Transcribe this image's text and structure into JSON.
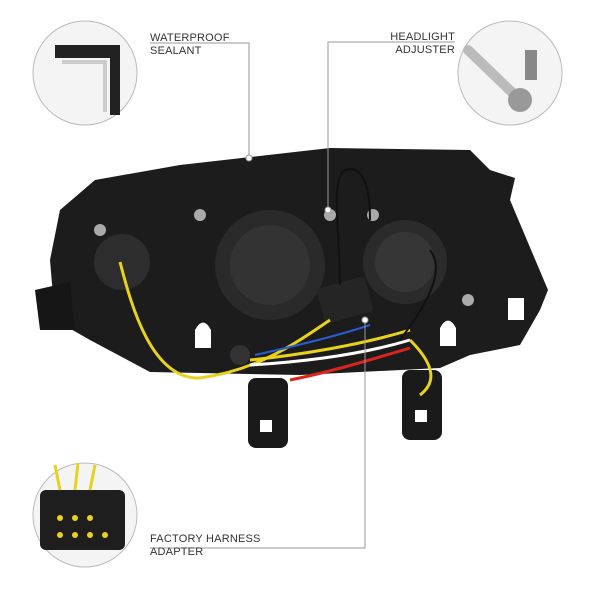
{
  "callouts": {
    "waterproof": {
      "line1": "WATERPROOF",
      "line2": "SEALANT"
    },
    "adjuster": {
      "line1": "HEADLIGHT",
      "line2": "ADJUSTER"
    },
    "harness": {
      "line1": "FACTORY HARNESS",
      "line2": "ADAPTER"
    }
  },
  "colors": {
    "housing": "#1c1c1c",
    "leader": "#9a9a9a",
    "wire_yellow": "#e8d21c",
    "wire_red": "#d8261c",
    "wire_blue": "#2a5bd0"
  }
}
